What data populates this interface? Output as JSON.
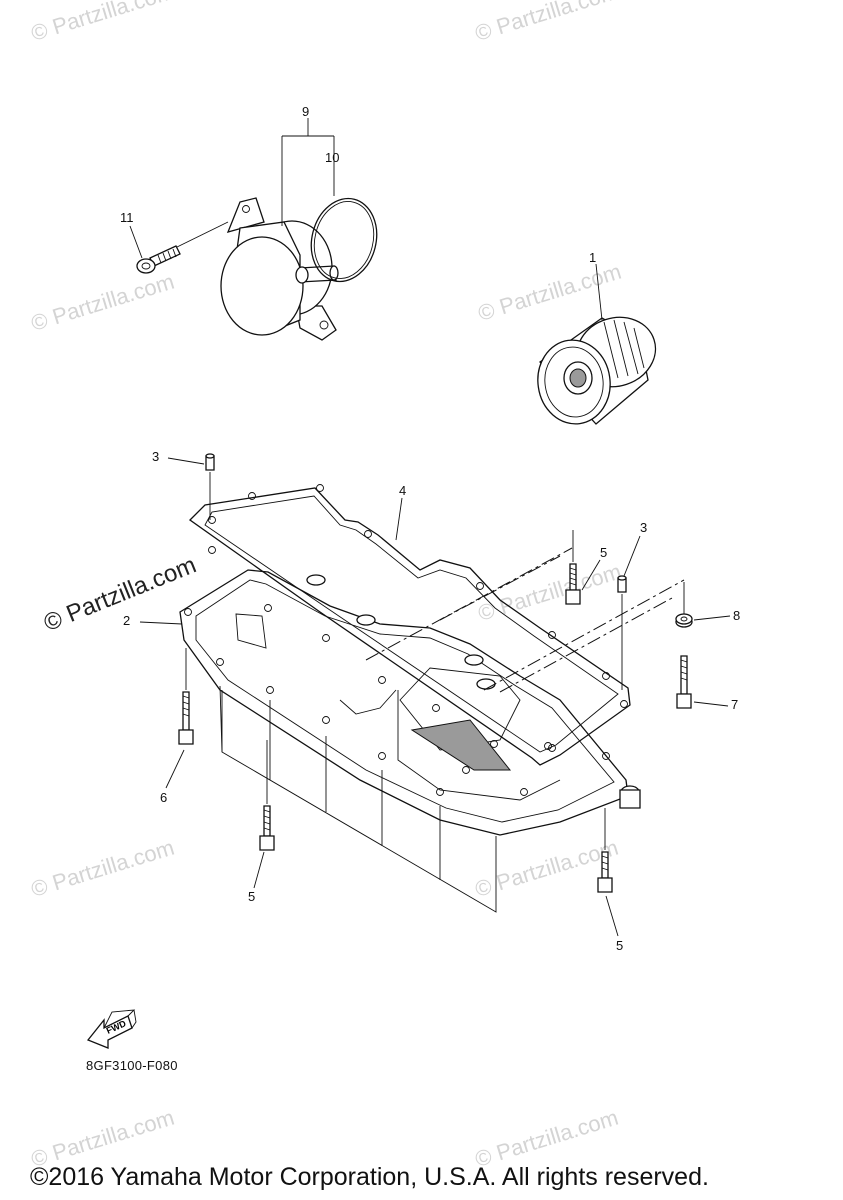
{
  "watermarks": {
    "text": "© Partzilla.com",
    "featured_text": "© Partzilla.com"
  },
  "callouts": {
    "c1": "1",
    "c2": "2",
    "c3a": "3",
    "c3b": "3",
    "c4": "4",
    "c5a": "5",
    "c5b": "5",
    "c5c": "5",
    "c6": "6",
    "c7": "7",
    "c8": "8",
    "c9": "9",
    "c10": "10",
    "c11": "11"
  },
  "fwd_label": "FWD",
  "diagram_code": "8GF3100-F080",
  "copyright": "©2016 Yamaha Motor Corporation, U.S.A. All rights reserved.",
  "colors": {
    "line": "#111111",
    "watermark": "#d4d4d4",
    "background": "#ffffff"
  }
}
